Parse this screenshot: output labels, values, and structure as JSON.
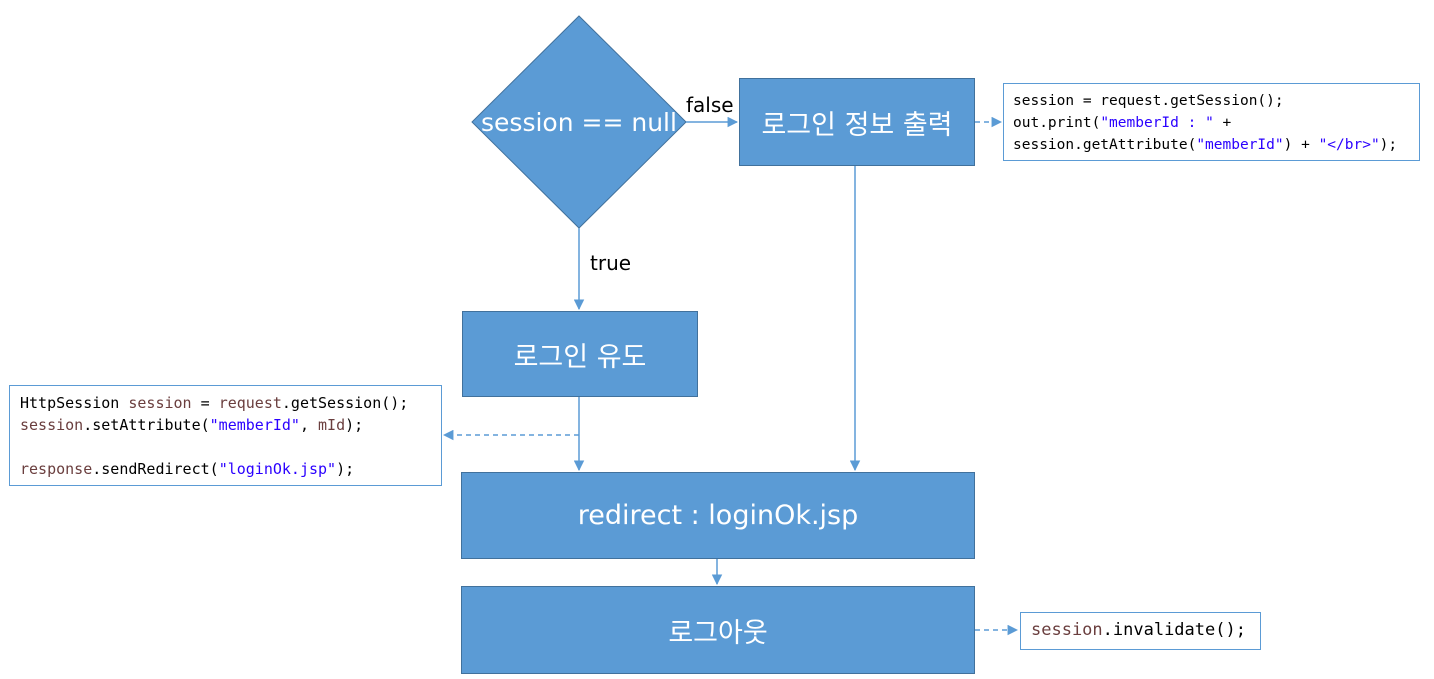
{
  "nodes": {
    "decision": "session == null",
    "print_info": "로그인 정보 출력",
    "login_prompt": "로그인 유도",
    "redirect": "redirect : loginOk.jsp",
    "logout": "로그아웃"
  },
  "edges": {
    "false_label": "false",
    "true_label": "true"
  },
  "code_boxes": {
    "print_info": {
      "line1": "session = request.getSession();",
      "line2_a": "out.print(",
      "line2_str": "\"memberId : \"",
      "line2_b": " +",
      "line3_a": "session.getAttribute(",
      "line3_str1": "\"memberId\"",
      "line3_b": ") + ",
      "line3_str2": "\"</br>\"",
      "line3_c": ");"
    },
    "login_prompt": {
      "l1_type": "HttpSession ",
      "l1_var": "session",
      "l1_eq": " = ",
      "l1_var2": "request",
      "l1_call": ".getSession();",
      "l2_var": "session",
      "l2_call": ".setAttribute(",
      "l2_str": "\"memberId\"",
      "l2_sep": ", ",
      "l2_var2": "mId",
      "l2_end": ");",
      "l4_var": "response",
      "l4_call": ".sendRedirect(",
      "l4_str": "\"loginOk.jsp\"",
      "l4_end": ");"
    },
    "logout": {
      "var": "session",
      "call": ".invalidate();"
    }
  },
  "colors": {
    "node_fill": "#5b9bd5",
    "node_border": "#41719c",
    "connector": "#5b9bd5",
    "code_variable": "#6a3e3e",
    "code_string": "#2a00ff"
  }
}
